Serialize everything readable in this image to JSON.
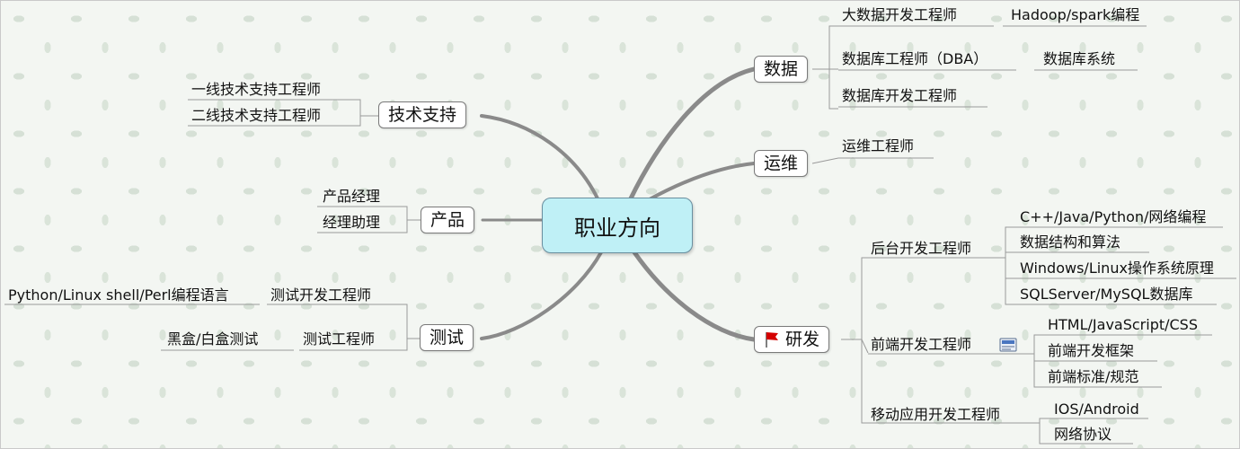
{
  "central": "职业方向",
  "branches": {
    "data": {
      "label": "数据",
      "items": [
        {
          "title": "大数据开发工程师",
          "detail": "Hadoop/spark编程"
        },
        {
          "title": "数据库工程师（DBA）",
          "detail": "数据库系统"
        },
        {
          "title": "数据库开发工程师"
        }
      ]
    },
    "ops": {
      "label": "运维",
      "items": [
        "运维工程师"
      ]
    },
    "rd": {
      "label": "研发",
      "backend": {
        "label": "后台开发工程师",
        "items": [
          "C++/Java/Python/网络编程",
          "数据结构和算法",
          "Windows/Linux操作系统原理",
          "SQLServer/MySQL数据库"
        ]
      },
      "frontend": {
        "label": "前端开发工程师",
        "items": [
          "HTML/JavaScript/CSS",
          "前端开发框架",
          "前端标准/规范"
        ]
      },
      "mobile": {
        "label": "移动应用开发工程师",
        "items": [
          "IOS/Android",
          "网络协议"
        ]
      }
    },
    "support": {
      "label": "技术支持",
      "items": [
        "一线技术支持工程师",
        "二线技术支持工程师"
      ]
    },
    "product": {
      "label": "产品",
      "items": [
        "产品经理",
        "经理助理"
      ]
    },
    "test": {
      "label": "测试",
      "items": [
        {
          "title": "测试开发工程师",
          "detail": "Python/Linux shell/Perl编程语言"
        },
        {
          "title": "测试工程师",
          "detail": "黑盒/白盒测试"
        }
      ]
    }
  },
  "colors": {
    "central_fill": "#bff0f6",
    "flag": "#d40000",
    "connector": "#8a8a8a"
  },
  "icons": {
    "rd_marker": "red-flag-icon",
    "frontend_note": "note-icon"
  }
}
